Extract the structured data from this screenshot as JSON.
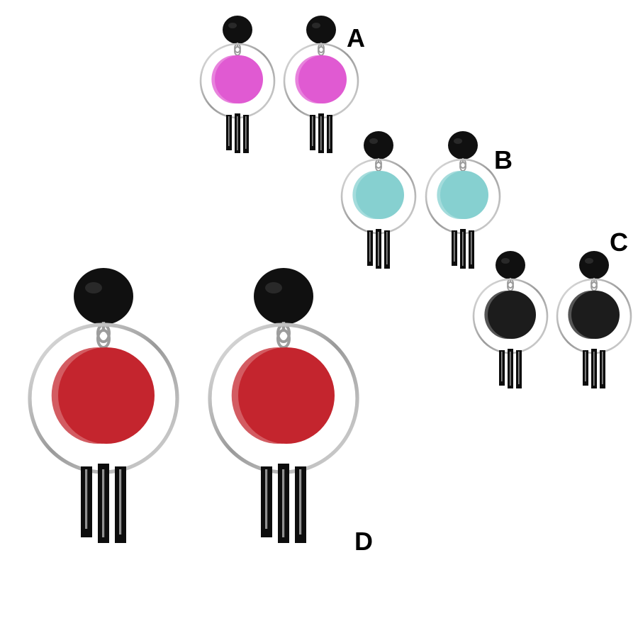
{
  "variants": [
    {
      "key": "a",
      "label": "A",
      "disc_color": "pink"
    },
    {
      "key": "b",
      "label": "B",
      "disc_color": "light-blue"
    },
    {
      "key": "c",
      "label": "C",
      "disc_color": "black"
    },
    {
      "key": "d",
      "label": "D",
      "disc_color": "red"
    }
  ],
  "colors": {
    "background": "#ffffff",
    "stud": "#101010",
    "metal": "#b8b8b8",
    "bar": "#0d0d0d",
    "disc_a": "#e05ad2",
    "disc_b": "#86d0d0",
    "disc_c": "#1c1c1c",
    "disc_d": "#c4252e",
    "label": "#000000"
  }
}
